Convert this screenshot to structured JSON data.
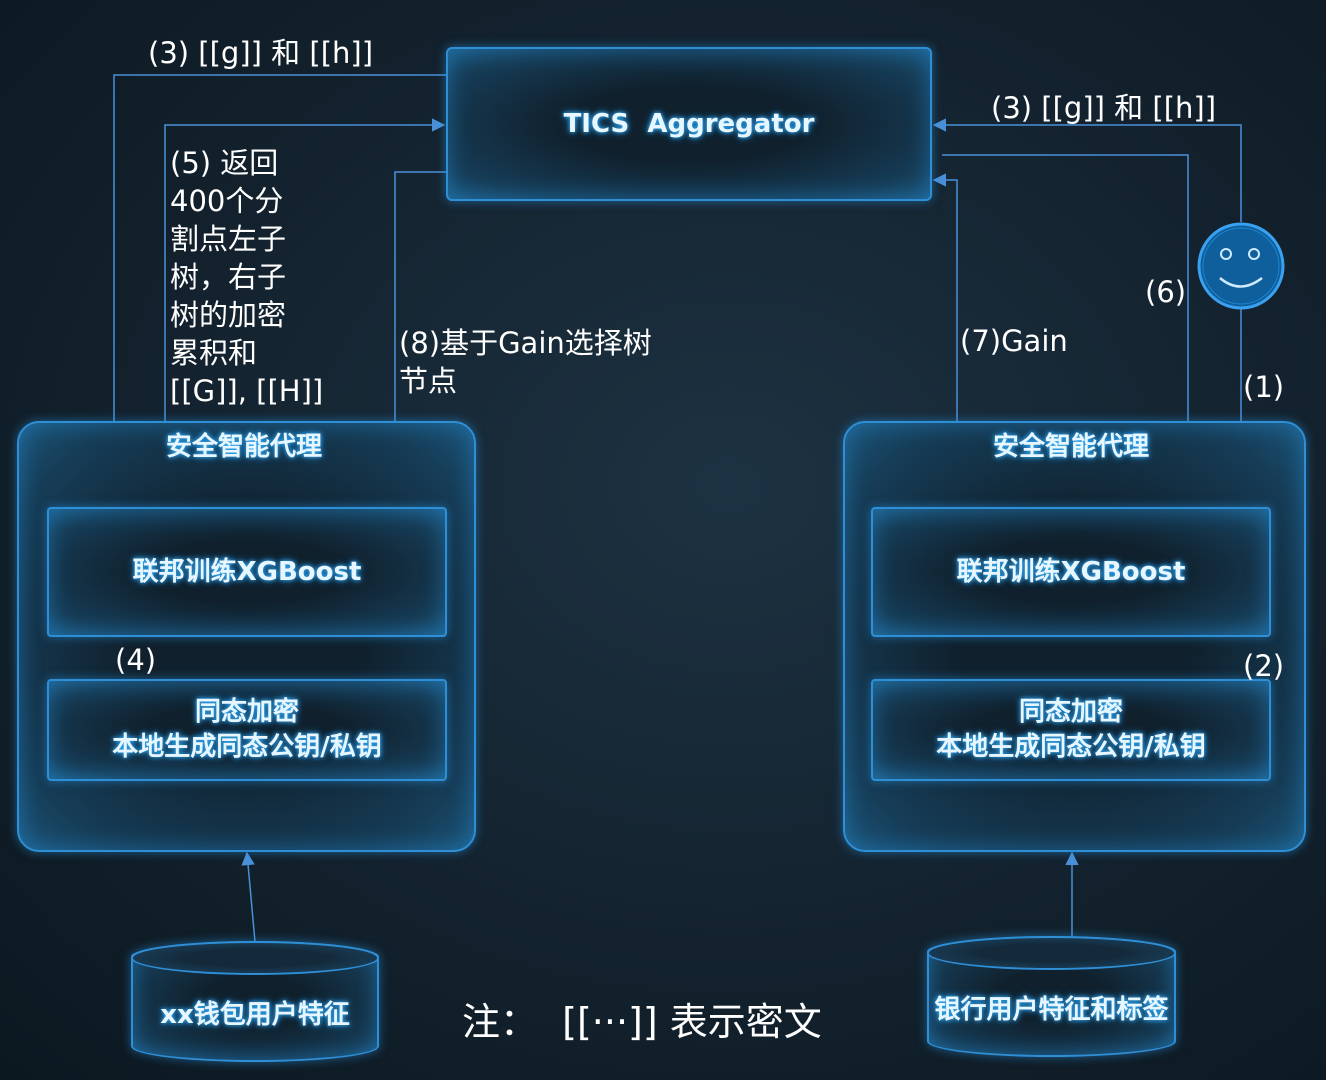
{
  "aggregator": {
    "title": "TICS  Aggregator"
  },
  "left_agent": {
    "title": "安全智能代理",
    "training_label": "联邦训练XGBoost",
    "encrypt_line1": "同态加密",
    "encrypt_line2": "本地生成同态公钥/私钥"
  },
  "right_agent": {
    "title": "安全智能代理",
    "training_label": "联邦训练XGBoost",
    "encrypt_line1": "同态加密",
    "encrypt_line2": "本地生成同态公钥/私钥"
  },
  "left_db": {
    "label": "xx钱包用户特征"
  },
  "right_db": {
    "label": "银行用户特征和标签"
  },
  "note": "注：  [[···]] 表示密文",
  "steps": {
    "s3_left": "(3) [[g]] 和 [[h]]",
    "s3_right": "(3) [[g]] 和 [[h]]",
    "s5_lines": [
      "(5) 返回",
      "400个分",
      "割点左子",
      "树，右子",
      "树的加密",
      "累积和",
      "[[G]], [[H]]"
    ],
    "s8_lines": [
      "(8)基于Gain选择树",
      "节点"
    ],
    "s7": "(7)Gain",
    "s6": "(6)",
    "s1": "(1)",
    "s4": "(4)",
    "s2": "(2)"
  },
  "colors": {
    "accent": "#2f8fd6",
    "line": "#4a90d9",
    "glow": "#39b6ff"
  },
  "icons": {
    "user": "smiley-face-icon"
  }
}
